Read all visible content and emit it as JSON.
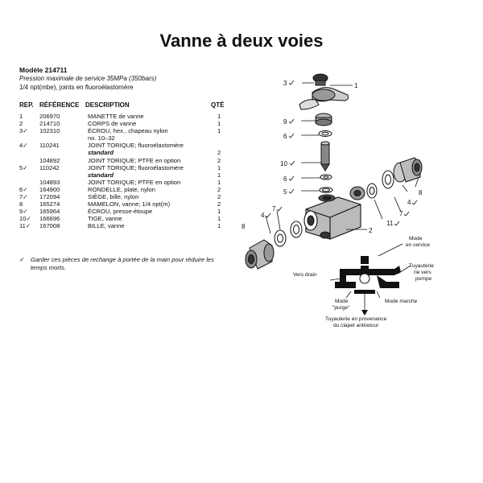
{
  "title": "Vanne à deux voies",
  "model": "Modèle 214711",
  "subtitle_pressure": "Pression maximale de service 35MPa (350bars)",
  "subtitle_threads": "1/4 npt(mbe), joints en fluoroélastomère",
  "headers": {
    "rep": "REP.",
    "ref": "RÉFÉRENCE",
    "desc": "DESCRIPTION",
    "qty": "QTÉ"
  },
  "parts": [
    {
      "rep": "1",
      "ref": "206970",
      "desc": "MANETTE de vanne",
      "qty": "1"
    },
    {
      "rep": "2",
      "ref": "214710",
      "desc": "CORPS de vanne",
      "qty": "1"
    },
    {
      "rep": "3✓",
      "ref": "102310",
      "desc": "ÉCROU, hex., chapeau nylon",
      "qty": "1"
    },
    {
      "rep": "",
      "ref": "",
      "desc": "no. 10–32",
      "qty": ""
    },
    {
      "rep": "4✓",
      "ref": "110241",
      "desc": "JOINT TORIQUE; fluoroélastomère",
      "qty": ""
    },
    {
      "rep": "",
      "ref": "",
      "desc": "standard",
      "qty": "2",
      "bold": true
    },
    {
      "rep": "",
      "ref": "104892",
      "desc": "JOINT TORIQUE; PTFE en option",
      "qty": "2"
    },
    {
      "rep": "5✓",
      "ref": "110242",
      "desc": "JOINT TORIQUE; fluoroélastomère",
      "qty": "1"
    },
    {
      "rep": "",
      "ref": "",
      "desc": "standard",
      "qty": "1",
      "bold": true
    },
    {
      "rep": "",
      "ref": "104893",
      "desc": "JOINT TORIQUE; PTFE en option",
      "qty": "1"
    },
    {
      "rep": "6✓",
      "ref": "164900",
      "desc": "RONDELLE, plate, nylon",
      "qty": "2"
    },
    {
      "rep": "7✓",
      "ref": "172094",
      "desc": "SIÈGE, bille, nylon",
      "qty": "2"
    },
    {
      "rep": "8",
      "ref": "165274",
      "desc": "MAMELON, vanne; 1/4 npt(m)",
      "qty": "2"
    },
    {
      "rep": "9✓",
      "ref": "165964",
      "desc": "ÉCROU, presse-étoupe",
      "qty": "1"
    },
    {
      "rep": "10✓",
      "ref": "166696",
      "desc": "TIGE, vanne",
      "qty": "1"
    },
    {
      "rep": "11✓",
      "ref": "167008",
      "desc": "BILLE, vanne",
      "qty": "1"
    }
  ],
  "note_mark": "✓",
  "note": "Garder ces pièces de rechange à portée de la main pour réduire les temps morts.",
  "exploded": {
    "c1": "1",
    "c2": "2",
    "c3": "3",
    "c4a": "4",
    "c4b": "4",
    "c5": "5",
    "c6a": "6",
    "c6b": "6",
    "c7a": "7",
    "c7b": "7",
    "c8a": "8",
    "c8b": "8",
    "c9": "9",
    "c10": "10",
    "c11": "11"
  },
  "schematic": {
    "mode_service_1": "Mode",
    "mode_service_2": "en service",
    "vers_drain": "Vers drain",
    "pump_1": "Tuyauterie",
    "pump_2": "rie vers",
    "pump_3": "pompe",
    "purge_1": "Mode",
    "purge_2": "\"purge\"",
    "marche": "Mode marche",
    "prov_1": "Tuyauterie en provenance",
    "prov_2": "du clapet antiretour"
  }
}
